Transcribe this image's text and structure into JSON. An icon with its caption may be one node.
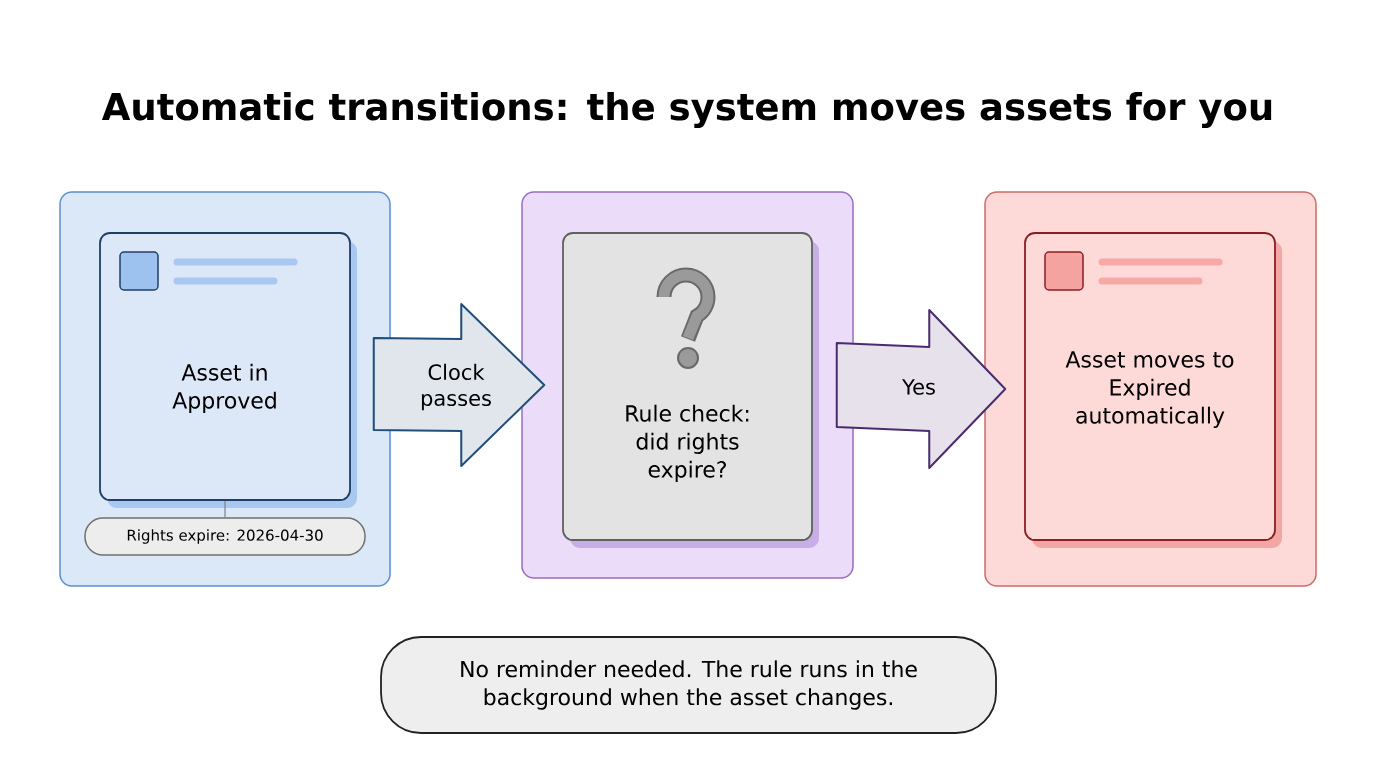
{
  "diagram": {
    "title": "Automatic transitions: the system moves assets for you",
    "nodes": [
      {
        "text": [],
        "shape": "box"
      },
      {
        "text": [
          "Asset in Approved"
        ],
        "in": 0
      },
      {
        "text": [
          "Rights expire: 2026-04-30"
        ],
        "in": 0
      },
      {
        "text": [],
        "shape": "box"
      },
      {
        "text": [
          "Rule check: did rights expire?"
        ],
        "in": 3
      },
      {
        "text": [],
        "shape": "box"
      },
      {
        "text": [
          "Asset moves to Expired automatically"
        ],
        "in": 5
      },
      {
        "text": [
          "No reminder needed. The rule runs in the background when the asset changes."
        ]
      }
    ],
    "edges": [
      {
        "from": 0,
        "to": 3,
        "arrow": "to",
        "label": "Clock passes",
        "style": "thick",
        "color": "#1f4e7a"
      },
      {
        "from": 3,
        "to": 5,
        "arrow": "to",
        "label": "Yes",
        "style": "thick",
        "color": "#4a2b6e"
      },
      {
        "from": 1,
        "to": 2,
        "arrow": "none"
      }
    ]
  }
}
